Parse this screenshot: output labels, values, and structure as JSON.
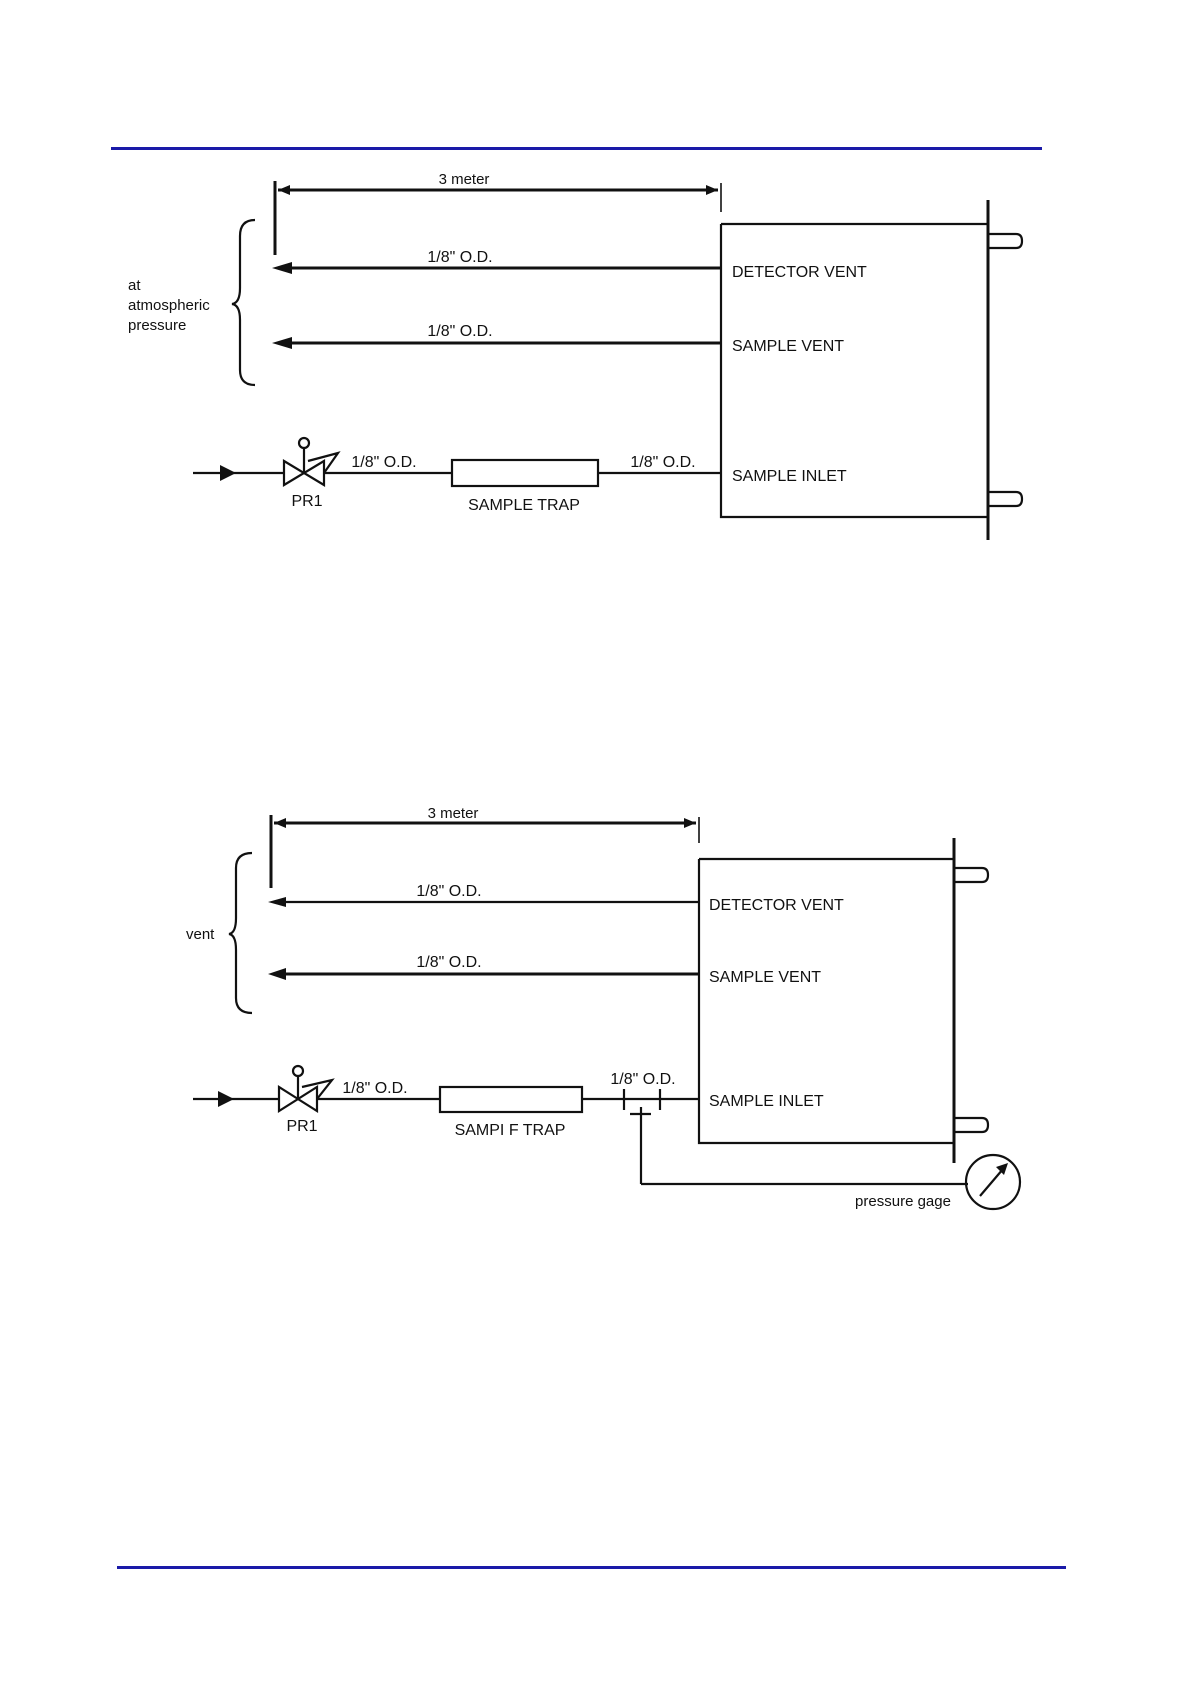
{
  "colors": {
    "rule": "#1a1aa8",
    "ink": "#111111"
  },
  "diagram1": {
    "distance_label": "3 meter",
    "group_label_lines": [
      "at",
      "atmospheric",
      "pressure"
    ],
    "vent_line_1_label": "1/8\" O.D.",
    "vent_line_2_label": "1/8\" O.D.",
    "inlet_line_1_label": "1/8\" O.D.",
    "inlet_line_2_label": "1/8\" O.D.",
    "valve_label": "PR1",
    "trap_label": "SAMPLE TRAP",
    "port_labels": [
      "DETECTOR VENT",
      "SAMPLE VENT",
      "SAMPLE INLET"
    ]
  },
  "diagram2": {
    "distance_label": "3 meter",
    "group_label": "vent",
    "vent_line_1_label": "1/8\" O.D.",
    "vent_line_2_label": "1/8\" O.D.",
    "inlet_line_1_label": "1/8\" O.D.",
    "inlet_line_2_label": "1/8\" O.D.",
    "valve_label": "PR1",
    "trap_label": "SAMPI F TRAP",
    "gauge_label": "pressure gage",
    "port_labels": [
      "DETECTOR VENT",
      "SAMPLE VENT",
      "SAMPLE INLET"
    ]
  }
}
